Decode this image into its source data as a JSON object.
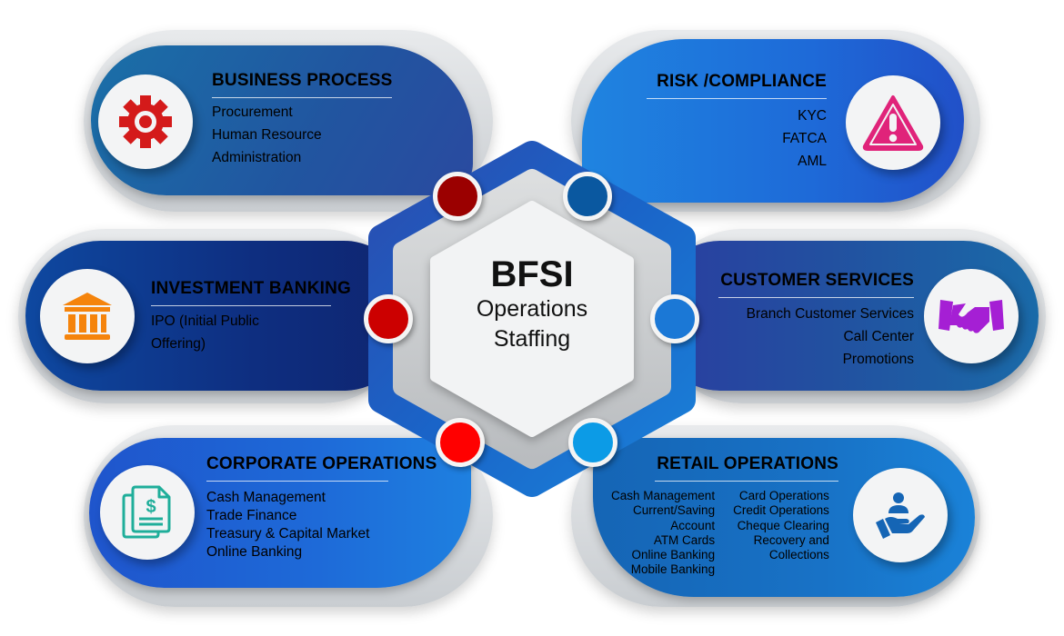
{
  "center": {
    "title": "BFSI",
    "subtitle_line1": "Operations",
    "subtitle_line2": "Staffing"
  },
  "segments": {
    "business_process": {
      "title": "BUSINESS PROCESS",
      "icon": "gear-icon",
      "icon_color": "#d41a1a",
      "dot_color": "#9b0000",
      "items": [
        "Procurement",
        "Human Resource",
        "Administration"
      ]
    },
    "risk_compliance": {
      "title": "RISK /COMPLIANCE",
      "icon": "warning-icon",
      "icon_color": "#e0237a",
      "dot_color": "#0a58a0",
      "items": [
        "KYC",
        "FATCA",
        "AML"
      ]
    },
    "investment_banking": {
      "title": "INVESTMENT BANKING",
      "icon": "bank-icon",
      "icon_color": "#f5840c",
      "dot_color": "#cc0000",
      "items": [
        "IPO (Initial Public",
        "Offering)"
      ]
    },
    "customer_services": {
      "title": "CUSTOMER SERVICES",
      "icon": "handshake-icon",
      "icon_color": "#a51fd4",
      "dot_color": "#1b78d6",
      "items": [
        "Branch Customer Services",
        "Call Center",
        "Promotions"
      ]
    },
    "corporate_operations": {
      "title": "CORPORATE OPERATIONS",
      "icon": "document-dollar-icon",
      "icon_color": "#1fae9a",
      "dot_color": "#ff0000",
      "items": [
        "Cash Management",
        "Trade Finance",
        "Treasury & Capital Market",
        "Online Banking"
      ]
    },
    "retail_operations": {
      "title": "RETAIL OPERATIONS",
      "icon": "hand-person-icon",
      "icon_color": "#1565b5",
      "dot_color": "#0c9be6",
      "items_col1": [
        "Cash Management",
        "Current/Saving",
        "Account",
        "ATM Cards",
        "Online Banking",
        "Mobile Banking"
      ],
      "items_col2": [
        "Card Operations",
        "Credit Operations",
        "Cheque Clearing",
        "Recovery and",
        "Collections"
      ]
    }
  }
}
